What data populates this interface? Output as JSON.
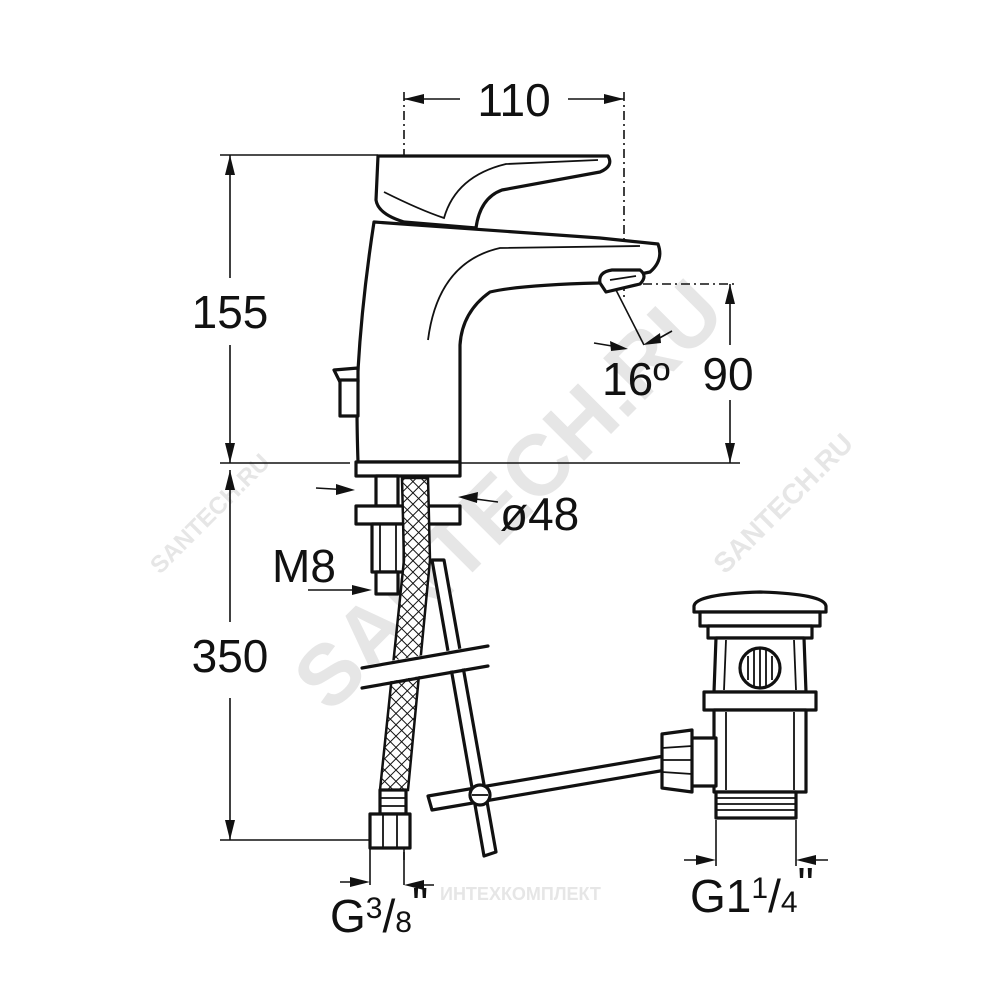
{
  "dimensions": {
    "width_top": "110",
    "height_total": "155",
    "spout_height": "90",
    "spout_angle": "16º",
    "base_diameter": "ø48",
    "stud": "M8",
    "hose_length": "350",
    "hose_thread_main": "G",
    "hose_thread_num": "3",
    "hose_thread_sep": "/",
    "hose_thread_den": "8",
    "hose_thread_unit": "\"",
    "drain_thread_main": "G1",
    "drain_thread_num": "1",
    "drain_thread_sep": "/",
    "drain_thread_den": "4",
    "drain_thread_unit": "\""
  },
  "watermarks": {
    "main": "SANTECH.RU",
    "corner": "SANTECH.RU",
    "bottom": "ИНТЕХКОМПЛЕКТ"
  }
}
